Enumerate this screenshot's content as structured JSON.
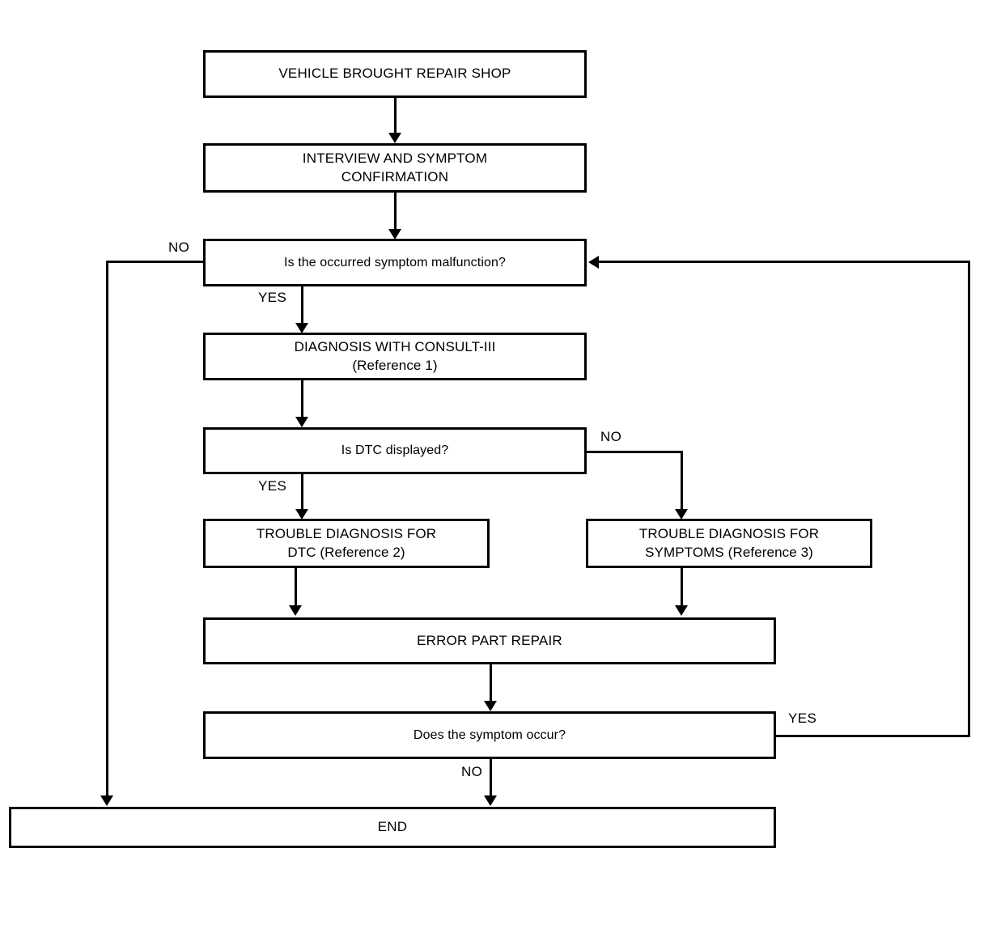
{
  "diagram": {
    "title": "Trouble Diagnosis Basic Flow",
    "type": "flowchart",
    "line_color": "#000000",
    "background_color": "#ffffff"
  },
  "nodes": {
    "vehicle_brought": "VEHICLE BROUGHT REPAIR SHOP",
    "interview": "INTERVIEW AND SYMPTOM\nCONFIRMATION",
    "is_malfunction": "Is the occurred symptom malfunction?",
    "diagnosis_consult": "DIAGNOSIS WITH CONSULT-III\n(Reference 1)",
    "is_dtc_displayed": "Is DTC displayed?",
    "trouble_dtc": "TROUBLE DIAGNOSIS FOR\nDTC (Reference 2)",
    "trouble_symptoms": "TROUBLE DIAGNOSIS FOR\nSYMPTOMS (Reference 3)",
    "error_part_repair": "ERROR PART REPAIR",
    "does_symptom_occur": "Does the symptom occur?",
    "end": "END"
  },
  "edge_labels": {
    "malfunction_no": "NO",
    "malfunction_yes": "YES",
    "dtc_yes": "YES",
    "dtc_no": "NO",
    "occur_yes": "YES",
    "occur_no": "NO"
  }
}
